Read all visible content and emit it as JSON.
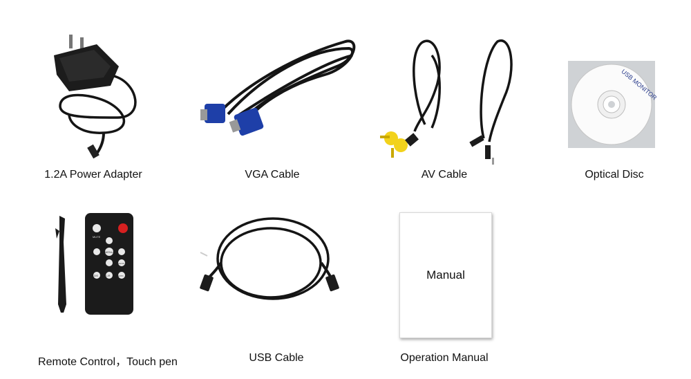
{
  "items": [
    {
      "key": "power",
      "caption": "1.2A Power Adapter"
    },
    {
      "key": "vga",
      "caption": "VGA Cable"
    },
    {
      "key": "av",
      "caption": "AV Cable"
    },
    {
      "key": "disc",
      "caption": "Optical Disc",
      "disc_label": "USB MONITOR"
    },
    {
      "key": "remote",
      "caption": "Remote Control，Touch pen",
      "buttons": [
        "MUTE",
        "MENU",
        "SIG/OK",
        "DIS",
        "L/R",
        "AV/PC"
      ]
    },
    {
      "key": "usb",
      "caption": "USB Cable"
    },
    {
      "key": "manual",
      "caption": "Operation Manual",
      "sheet_text": "Manual"
    }
  ],
  "colors": {
    "cable": "#151515",
    "vga_blue": "#1e3fa8",
    "rca_yellow": "#f2d21b",
    "disc_bg": "#cfd2d5",
    "power_button": "#d62020"
  }
}
